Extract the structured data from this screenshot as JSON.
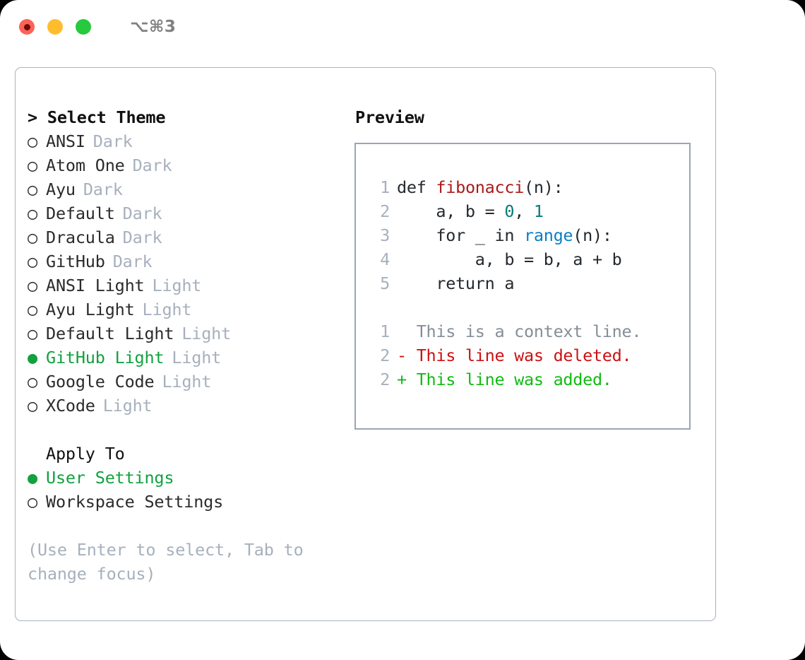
{
  "titlebar": {
    "shortcut": "⌥⌘3",
    "lights": [
      {
        "name": "close",
        "color": "#fd6257"
      },
      {
        "name": "minimize",
        "color": "#ffbd2e"
      },
      {
        "name": "maximize",
        "color": "#27c93f"
      }
    ]
  },
  "theme_picker": {
    "heading": "> Select Theme",
    "selected_bullet": "●",
    "unselected_bullet": "○",
    "items": [
      {
        "name": "ANSI",
        "category": "Dark",
        "selected": false
      },
      {
        "name": "Atom One",
        "category": "Dark",
        "selected": false
      },
      {
        "name": "Ayu",
        "category": "Dark",
        "selected": false
      },
      {
        "name": "Default",
        "category": "Dark",
        "selected": false
      },
      {
        "name": "Dracula",
        "category": "Dark",
        "selected": false
      },
      {
        "name": "GitHub",
        "category": "Dark",
        "selected": false
      },
      {
        "name": "ANSI Light",
        "category": "Light",
        "selected": false
      },
      {
        "name": "Ayu Light",
        "category": "Light",
        "selected": false
      },
      {
        "name": "Default Light",
        "category": "Light",
        "selected": false
      },
      {
        "name": "GitHub Light",
        "category": "Light",
        "selected": true
      },
      {
        "name": "Google Code",
        "category": "Light",
        "selected": false
      },
      {
        "name": "XCode",
        "category": "Light",
        "selected": false
      }
    ]
  },
  "apply_to": {
    "heading": "Apply To",
    "items": [
      {
        "name": "User Settings",
        "selected": true
      },
      {
        "name": "Workspace Settings",
        "selected": false
      }
    ]
  },
  "hint": "(Use Enter to select, Tab to change focus)",
  "preview": {
    "heading": "Preview",
    "code_lines": [
      {
        "number": "1",
        "tokens": [
          {
            "text": "def ",
            "kind": "plain"
          },
          {
            "text": "fibonacci",
            "kind": "fn"
          },
          {
            "text": "(n):",
            "kind": "plain"
          }
        ]
      },
      {
        "number": "2",
        "tokens": [
          {
            "text": "    a, b = ",
            "kind": "plain"
          },
          {
            "text": "0",
            "kind": "num"
          },
          {
            "text": ", ",
            "kind": "plain"
          },
          {
            "text": "1",
            "kind": "num"
          }
        ]
      },
      {
        "number": "3",
        "tokens": [
          {
            "text": "    for _ in ",
            "kind": "plain"
          },
          {
            "text": "range",
            "kind": "kw"
          },
          {
            "text": "(n):",
            "kind": "plain"
          }
        ]
      },
      {
        "number": "4",
        "tokens": [
          {
            "text": "        a, b = b, a + b",
            "kind": "plain"
          }
        ]
      },
      {
        "number": "5",
        "tokens": [
          {
            "text": "    return a",
            "kind": "plain"
          }
        ]
      }
    ],
    "diff_lines": [
      {
        "number": "1",
        "marker": "  ",
        "text": "This is a context line.",
        "kind": "ctx"
      },
      {
        "number": "2",
        "marker": "- ",
        "text": "This line was deleted.",
        "kind": "del"
      },
      {
        "number": "2",
        "marker": "+ ",
        "text": "This line was added.",
        "kind": "add"
      }
    ]
  },
  "colors": {
    "accent_green": "#12a13f",
    "muted": "#a7b0bd",
    "border": "#9aa5b5",
    "panel_border": "#a9b2c0",
    "diff_deleted": "#cc1111",
    "diff_added": "#11bb11",
    "code_function": "#a91b1b",
    "code_number": "#0b7a77",
    "code_keyword": "#0a7fc4"
  }
}
